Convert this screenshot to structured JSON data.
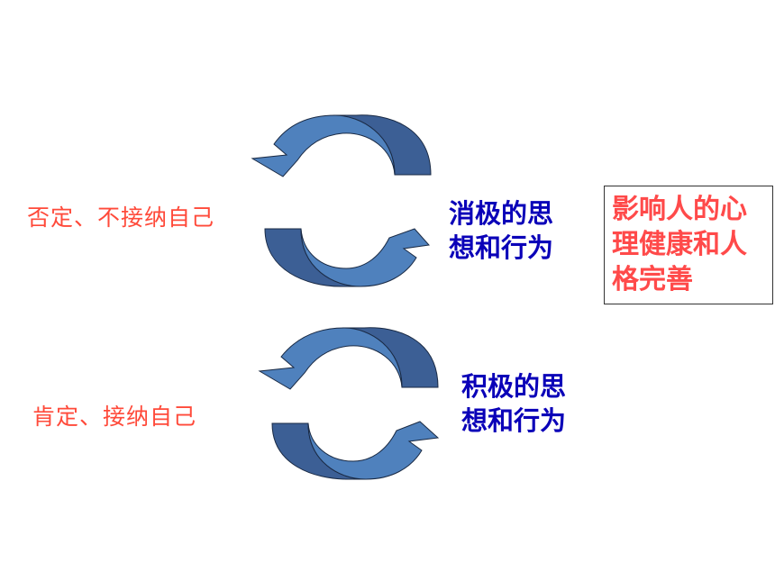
{
  "colors": {
    "left_label": "#ff4a3a",
    "right_label": "#0a00b8",
    "outcome_text": "#ff4a4a",
    "arrow_light": "#4f81bd",
    "arrow_dark": "#3c5f95",
    "arrow_stroke": "#1a2a44"
  },
  "negative": {
    "cause": "否定、不接纳自己",
    "result_line1": "消极的思",
    "result_line2": "想和行为"
  },
  "positive": {
    "cause": "肯定、接纳自己",
    "result_line1": "积极的思",
    "result_line2": "想和行为"
  },
  "outcome": {
    "text": "影响人的心理健康和人格完善"
  }
}
